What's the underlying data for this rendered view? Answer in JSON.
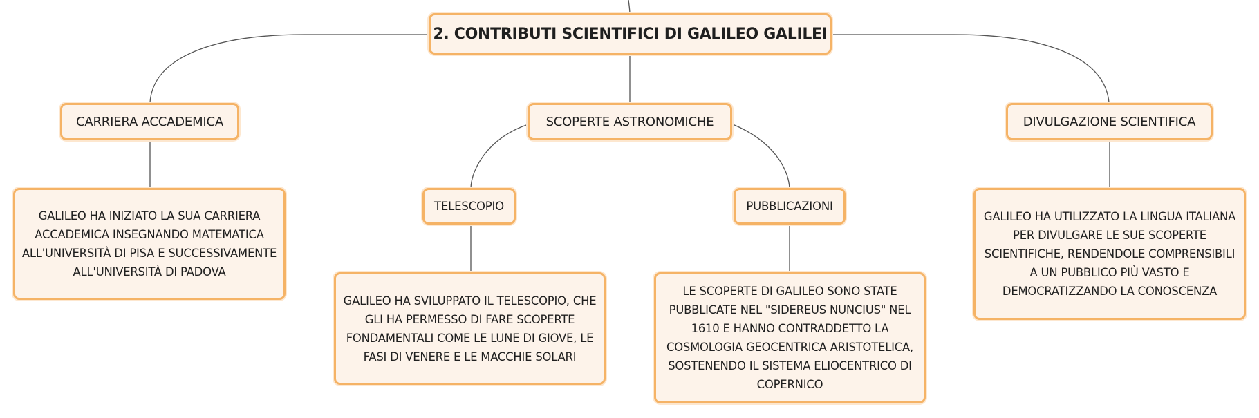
{
  "mindmap": {
    "root": {
      "label": "2. CONTRIBUTI SCIENTIFICI DI GALILEO GALILEI"
    },
    "branches": {
      "carriera": {
        "label": "CARRIERA ACCADEMICA",
        "detail": "GALILEO HA INIZIATO LA SUA CARRIERA\nACCADEMICA INSEGNANDO MATEMATICA\nALL'UNIVERSITÀ DI PISA E SUCCESSIVAMENTE\nALL'UNIVERSITÀ DI PADOVA"
      },
      "scoperte": {
        "label": "SCOPERTE ASTRONOMICHE",
        "telescopio": {
          "label": "TELESCOPIO",
          "detail": "GALILEO HA SVILUPPATO IL TELESCOPIO, CHE\nGLI HA PERMESSO DI FARE SCOPERTE\nFONDAMENTALI COME LE LUNE DI GIOVE, LE\nFASI DI VENERE E LE MACCHIE SOLARI"
        },
        "pubblicazioni": {
          "label": "PUBBLICAZIONI",
          "detail": "LE SCOPERTE DI GALILEO SONO STATE\nPUBBLICATE NEL \"SIDEREUS NUNCIUS\" NEL\n1610 E HANNO CONTRADDETTO LA\nCOSMOLOGIA GEOCENTRICA ARISTOTELICA,\nSOSTENENDO IL SISTEMA ELIOCENTRICO DI\nCOPERNICO"
        }
      },
      "divulgazione": {
        "label": "DIVULGAZIONE SCIENTIFICA",
        "detail": "GALILEO HA UTILIZZATO LA LINGUA ITALIANA\nPER DIVULGARE LE SUE SCOPERTE\nSCIENTIFICHE, RENDENDOLE COMPRENSIBILI\nA UN PUBBLICO PIÙ VASTO E\nDEMOCRATIZZANDO LA CONOSCENZA"
      }
    },
    "colors": {
      "node_fill": "#fdf3ea",
      "node_border": "#f5b366",
      "connector": "#555555"
    }
  }
}
